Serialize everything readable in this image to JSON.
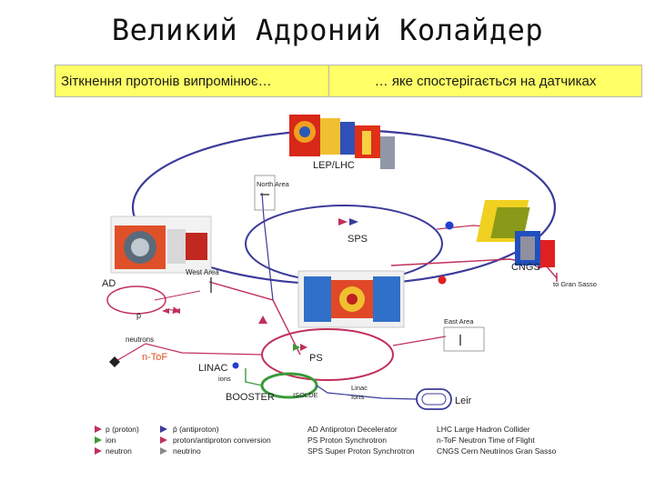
{
  "title": "Великий Адроний Колайдер",
  "banner": {
    "left": "Зіткнення протонів випромінює…",
    "right": "… яке спостерігається на датчиках"
  },
  "labels": {
    "lep": "LEP/LHC",
    "north_area": "North Area",
    "sps": "SPS",
    "cngs": "CNGS",
    "gran_sasso": "to Gran Sasso",
    "west_area": "West Area",
    "ad": "AD",
    "east_area": "East Area",
    "ps": "PS",
    "neutrons": "neutrons",
    "ntof": "n-ToF",
    "linac": "LINAC",
    "ions": "ions",
    "booster": "BOOSTER",
    "isolde": "ISOLDE",
    "linac_ions": "Linac",
    "linac_ions_2": "Ions",
    "leir": "Leir",
    "pbar": "p̄"
  },
  "legend": {
    "col1": [
      "p (proton)",
      "ion",
      "neutron"
    ],
    "col2": [
      "p̄ (antiproton)",
      "proton/antiproton conversion",
      "neutrino"
    ],
    "col3": [
      "AD Antiproton Decelerator",
      "PS Proton Synchrotron",
      "SPS Super Proton Synchrotron"
    ],
    "col4": [
      "LHC Large Hadron Collider",
      "n-ToF Neutron Time of Flight",
      "CNGS Cern Neutrinos Gran Sasso"
    ]
  },
  "colors": {
    "ring": "#3b3b9a",
    "beam": "#c0305a",
    "ion": "#3a7c3a",
    "banner": "#ffff66",
    "detector_red": "#e04020",
    "detector_yellow": "#f0d020",
    "detector_blue": "#2050c0"
  }
}
